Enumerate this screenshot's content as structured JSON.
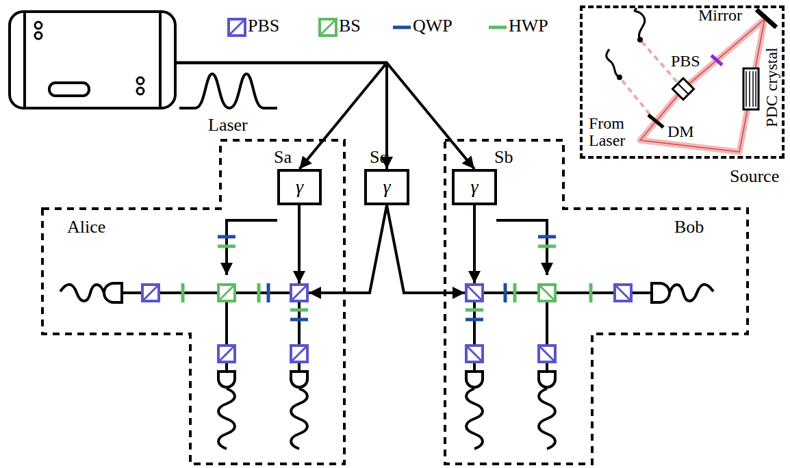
{
  "diagram": {
    "nodes": [
      {
        "text": [
          "Laser"
        ]
      },
      {
        "text": [
          "Alice"
        ]
      },
      {
        "text": [
          "Bob"
        ]
      },
      {
        "text": [
          "Sa",
          "γ"
        ],
        "in": 1
      },
      {
        "text": [
          "Sα",
          "γ"
        ]
      },
      {
        "text": [
          "Sb",
          "γ"
        ],
        "in": 2
      },
      {
        "text": [
          "Source"
        ]
      }
    ],
    "edges": [
      {
        "from": 0,
        "to": 3,
        "arrow": "to"
      },
      {
        "from": 0,
        "to": 4,
        "arrow": "to"
      },
      {
        "from": 0,
        "to": 5,
        "arrow": "to"
      }
    ],
    "labels": [
      "Mirror",
      "PBS",
      "PDC crystal",
      "From Laser",
      "DM"
    ],
    "legend": [
      {
        "text": "PBS"
      },
      {
        "text": "BS"
      },
      {
        "text": "QWP"
      },
      {
        "text": "HWP"
      }
    ]
  }
}
